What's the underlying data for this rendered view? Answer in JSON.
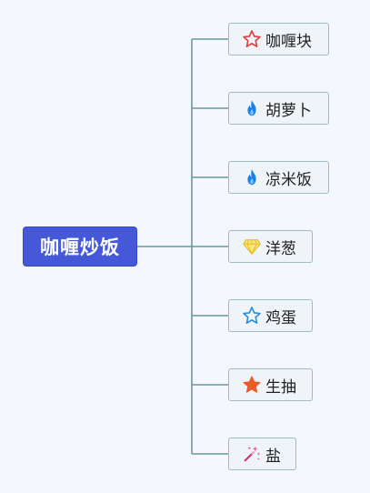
{
  "root": {
    "label": "咖喱炒饭"
  },
  "children": [
    {
      "label": "咖喱块",
      "icon": "star-outline-red-icon"
    },
    {
      "label": "胡萝卜",
      "icon": "flame-icon"
    },
    {
      "label": "凉米饭",
      "icon": "flame-icon"
    },
    {
      "label": "洋葱",
      "icon": "diamond-icon"
    },
    {
      "label": "鸡蛋",
      "icon": "star-outline-blue-icon"
    },
    {
      "label": "生抽",
      "icon": "star-filled-orange-icon"
    },
    {
      "label": "盐",
      "icon": "magic-wand-icon"
    }
  ],
  "colors": {
    "background": "#f4f7fd",
    "root_fill": "#4559d8",
    "node_fill": "#eef4f8",
    "node_border": "#9fbcc3",
    "connector": "#6a9a99"
  }
}
